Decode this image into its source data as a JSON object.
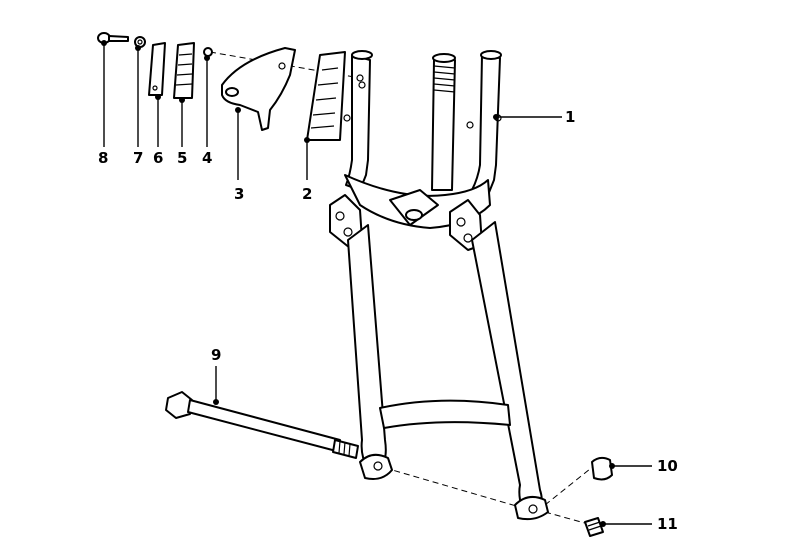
{
  "diagram": {
    "callouts": {
      "c1": "1",
      "c2": "2",
      "c3": "3",
      "c4": "4",
      "c5": "5",
      "c6": "6",
      "c7": "7",
      "c8": "8",
      "c9": "9",
      "c10": "10",
      "c11": "11"
    },
    "colors": {
      "ink": "#000000",
      "paper": "#ffffff"
    }
  }
}
